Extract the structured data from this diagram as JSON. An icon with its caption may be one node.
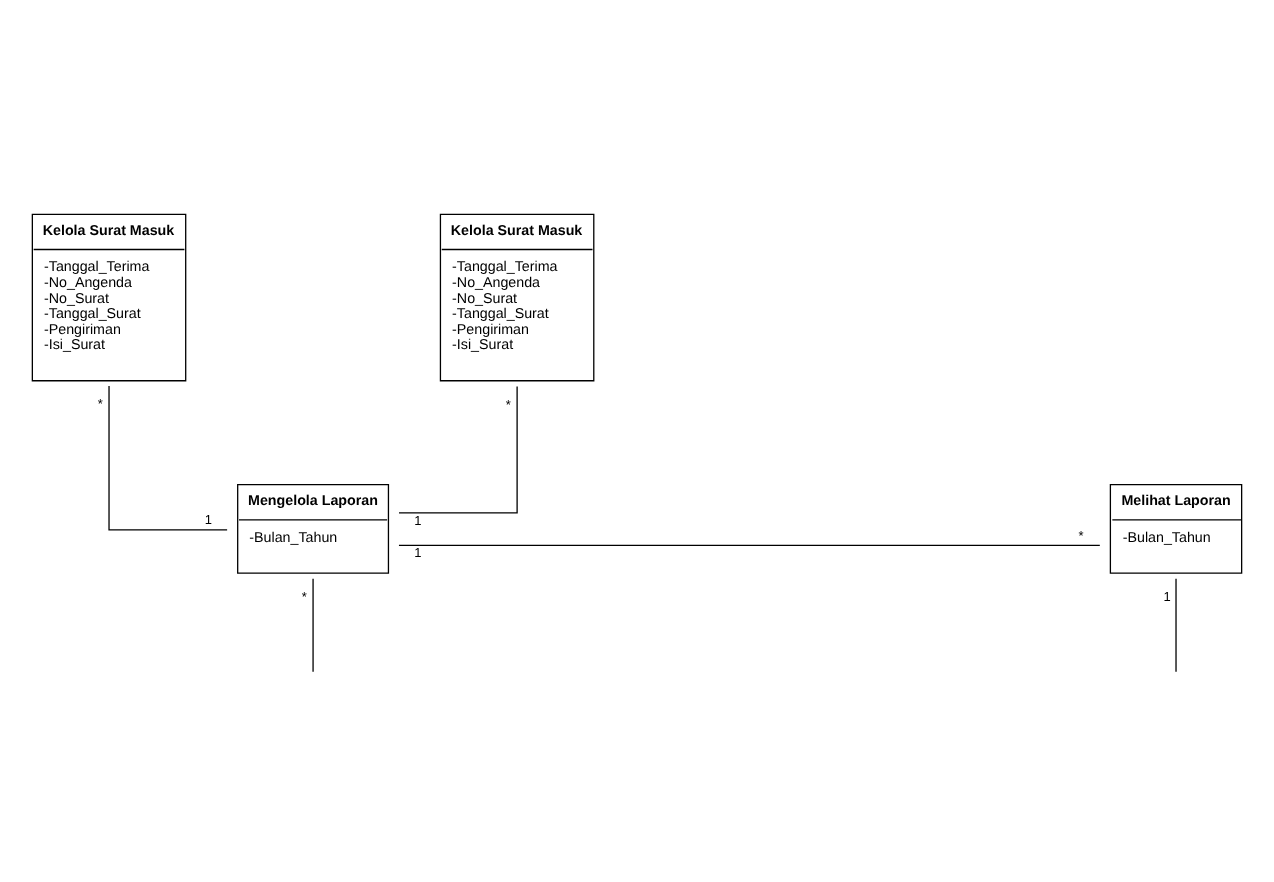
{
  "diagram": {
    "nodes": [
      {
        "text": [
          "Kelola Surat Masuk",
          "-Tanggal_Terima",
          "-No_Angenda",
          "-No_Surat",
          "-Tanggal_Surat",
          "-Pengiriman",
          "-Isi_Surat"
        ]
      },
      {
        "text": [
          "Kelola Surat Masuk",
          "-Tanggal_Terima",
          "-No_Angenda",
          "-No_Surat",
          "-Tanggal_Surat",
          "-Pengiriman",
          "-Isi_Surat"
        ]
      },
      {
        "text": [
          "Mengelola Laporan",
          "-Bulan_Tahun"
        ]
      },
      {
        "text": [
          "Melihat Laporan",
          "-Bulan_Tahun"
        ]
      }
    ],
    "edges": [
      {
        "from": 0,
        "to": 2,
        "arrow": "none"
      },
      {
        "from": 1,
        "to": 2,
        "arrow": "none"
      },
      {
        "from": 2,
        "to": 3,
        "arrow": "none"
      },
      {
        "from": 2,
        "to": null,
        "arrow": "none"
      },
      {
        "from": 3,
        "to": null,
        "arrow": "none"
      }
    ],
    "labels": [
      "*",
      "*",
      "1",
      "1",
      "*",
      "1",
      "*",
      "1"
    ]
  }
}
